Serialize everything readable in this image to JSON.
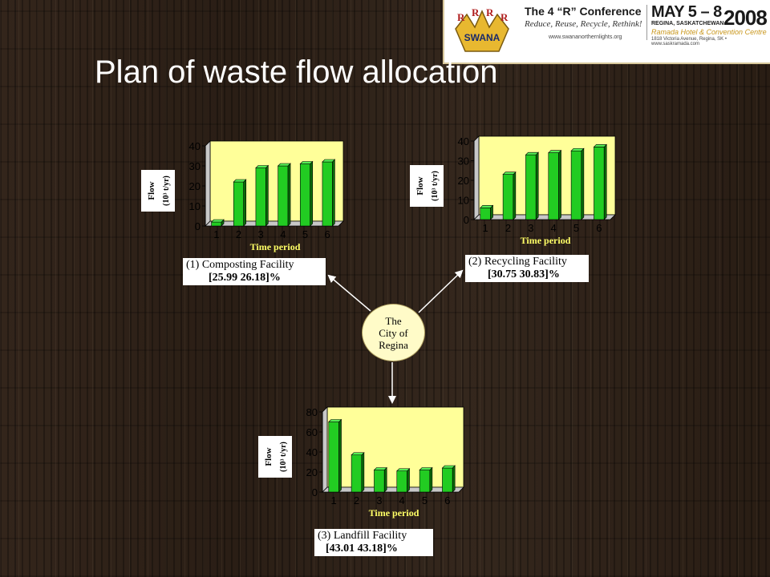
{
  "slide": {
    "title": "Plan of waste flow allocation"
  },
  "banner": {
    "conference_title": "The 4 “R” Conference",
    "tagline": "Reduce, Reuse, Recycle, Rethink!",
    "url": "www.swananorthernlights.org",
    "dates": "MAY 5 – 8",
    "year": "2008",
    "city": "REGINA, SASKATCHEWAN",
    "venue": "Ramada Hotel & Convention Centre",
    "address": "1818 Victoria Avenue, Regina, SK • www.saskramada.com",
    "logo_letters": "R R R R",
    "logo_text": "SWANA",
    "logo_icon": "swana-logo-icon"
  },
  "center_node": {
    "label": "The\nCity of\nRegina"
  },
  "colors": {
    "bar": "#22cc22",
    "bar_dark": "#0a6a0a",
    "plot_bg": "#ffff99",
    "wall": "#c8c8c8"
  },
  "chart_data": [
    {
      "type": "bar",
      "title": "(1) Composting Facility",
      "subtitle": "[25.99 26.18]%",
      "xlabel": "Time period",
      "ylabel_line1": "Flow",
      "ylabel_line2": "(10³ t/yr)",
      "categories": [
        "1",
        "2",
        "3",
        "4",
        "5",
        "6"
      ],
      "values": [
        2,
        22,
        29,
        30,
        31,
        32
      ],
      "ylim": [
        0,
        40
      ],
      "yticks": [
        "0",
        "10",
        "20",
        "30",
        "40"
      ]
    },
    {
      "type": "bar",
      "title": "(2) Recycling Facility",
      "subtitle": "[30.75 30.83]%",
      "xlabel": "Time period",
      "ylabel_line1": "Flow",
      "ylabel_line2": "(10³ t/yr)",
      "categories": [
        "1",
        "2",
        "3",
        "4",
        "5",
        "6"
      ],
      "values": [
        6,
        23,
        33,
        34,
        35,
        37
      ],
      "ylim": [
        0,
        40
      ],
      "yticks": [
        "0",
        "10",
        "20",
        "30",
        "40"
      ]
    },
    {
      "type": "bar",
      "title": "(3) Landfill Facility",
      "subtitle": "[43.01 43.18]%",
      "xlabel": "Time period",
      "ylabel_line1": "Flow",
      "ylabel_line2": "(10³ t/yr)",
      "categories": [
        "1",
        "2",
        "3",
        "4",
        "5",
        "6"
      ],
      "values": [
        70,
        37,
        22,
        21,
        22,
        24
      ],
      "ylim": [
        0,
        80
      ],
      "yticks": [
        "0",
        "20",
        "40",
        "60",
        "80"
      ]
    }
  ]
}
